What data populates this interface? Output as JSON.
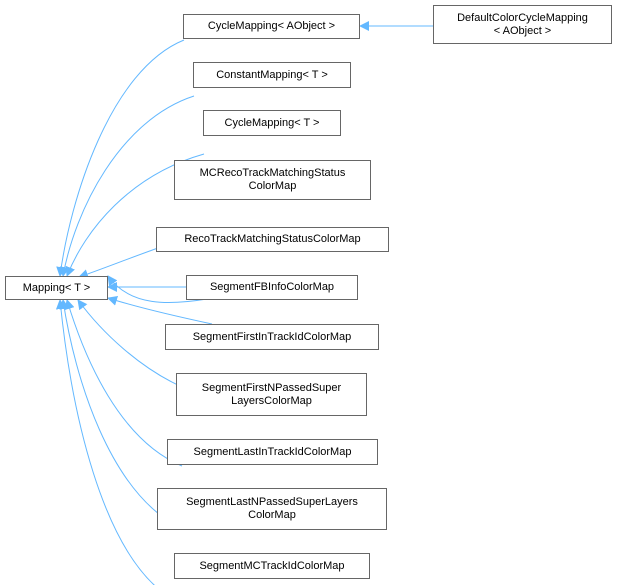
{
  "diagram": {
    "edge_color": "#63b8ff",
    "base": {
      "label": "Mapping< T >"
    },
    "derived": [
      {
        "label": "CycleMapping< AObject >"
      },
      {
        "label": "ConstantMapping< T >"
      },
      {
        "label": "CycleMapping< T >"
      },
      {
        "label": "MCRecoTrackMatchingStatus\nColorMap"
      },
      {
        "label": "RecoTrackMatchingStatusColorMap"
      },
      {
        "label": "SegmentFBInfoColorMap"
      },
      {
        "label": "SegmentFirstInTrackIdColorMap"
      },
      {
        "label": "SegmentFirstNPassedSuper\nLayersColorMap"
      },
      {
        "label": "SegmentLastInTrackIdColorMap"
      },
      {
        "label": "SegmentLastNPassedSuperLayers\nColorMap"
      },
      {
        "label": "SegmentMCTrackIdColorMap"
      }
    ],
    "second_level": [
      {
        "label": "DefaultColorCycleMapping\n< AObject >",
        "parent": "CycleMapping< AObject >"
      }
    ]
  }
}
